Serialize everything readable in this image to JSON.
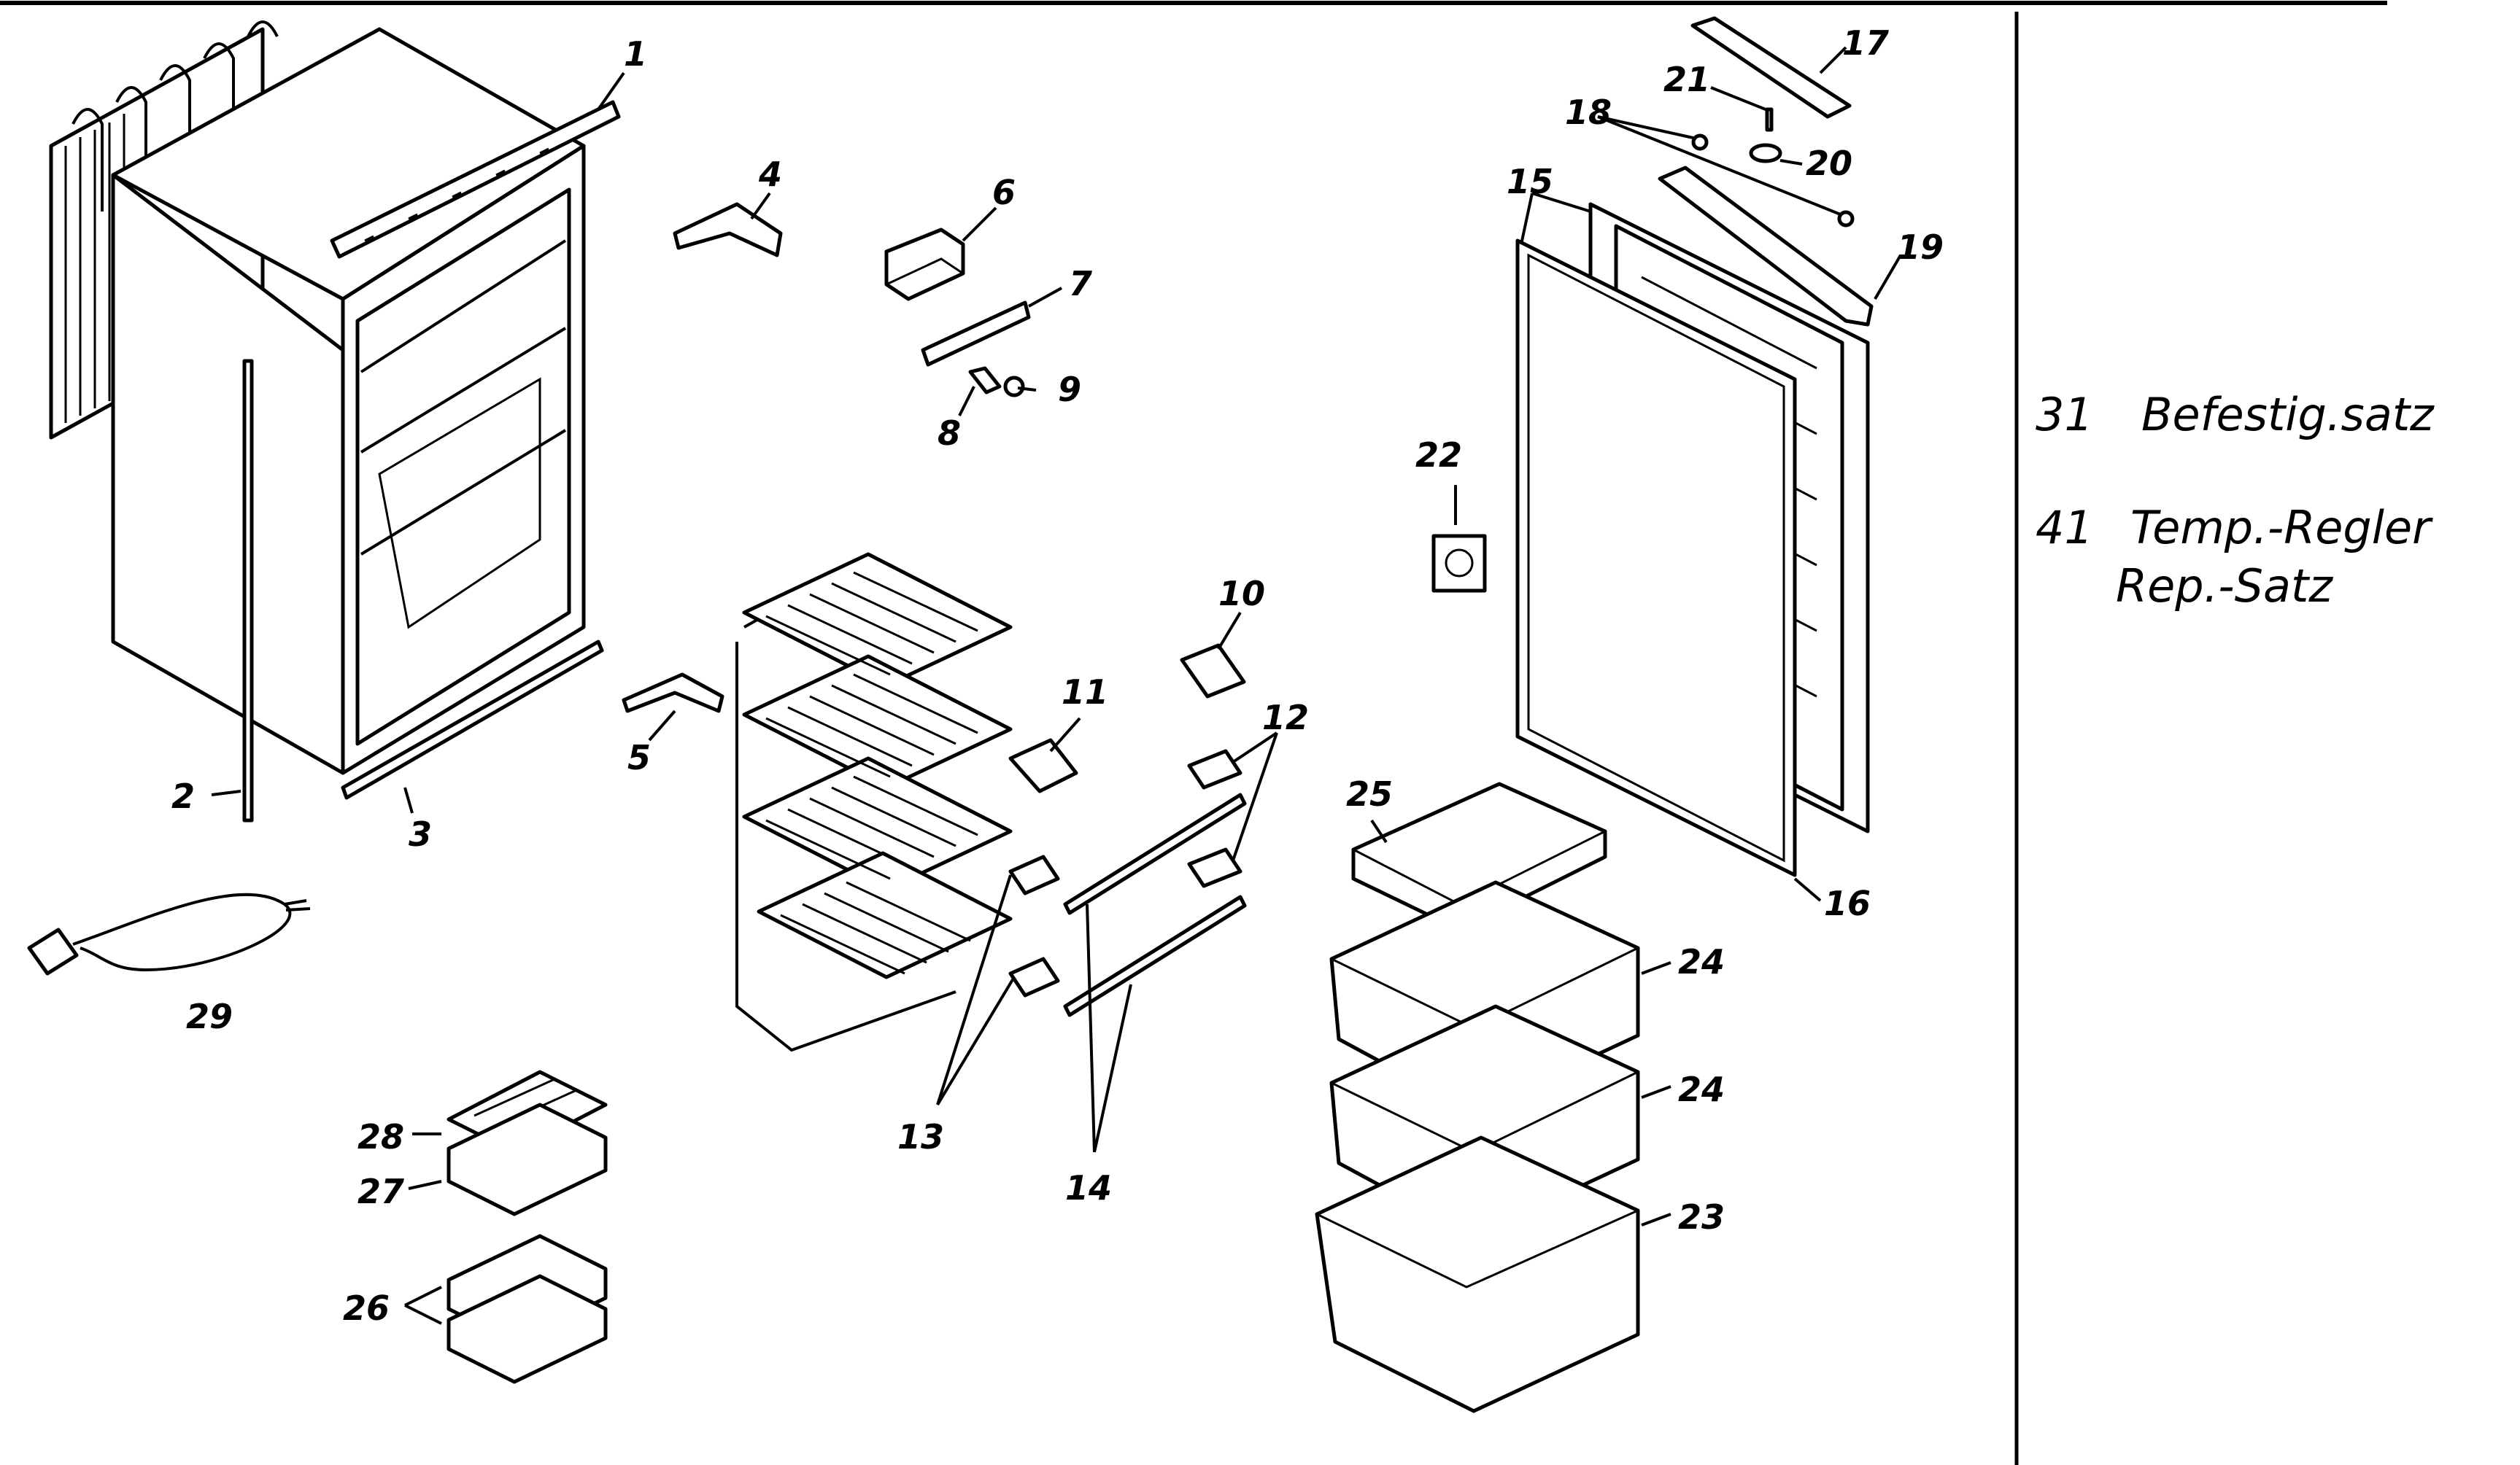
{
  "labels": {
    "p1": "1",
    "p2": "2",
    "p3": "3",
    "p4": "4",
    "p5": "5",
    "p6": "6",
    "p7": "7",
    "p8": "8",
    "p9": "9",
    "p10": "10",
    "p11": "11",
    "p12": "12",
    "p13": "13",
    "p14": "14",
    "p15": "15",
    "p16": "16",
    "p17": "17",
    "p18": "18",
    "p19": "19",
    "p20": "20",
    "p21": "21",
    "p22": "22",
    "p23": "23",
    "p24a": "24",
    "p24b": "24",
    "p25": "25",
    "p26": "26",
    "p27": "27",
    "p28": "28",
    "p29": "29"
  },
  "notes": {
    "n31_num": "31",
    "n31_text": "Befestig.satz",
    "n41_num": "41",
    "n41_line1": "Temp.-Regler",
    "n41_line2": "Rep.-Satz"
  }
}
